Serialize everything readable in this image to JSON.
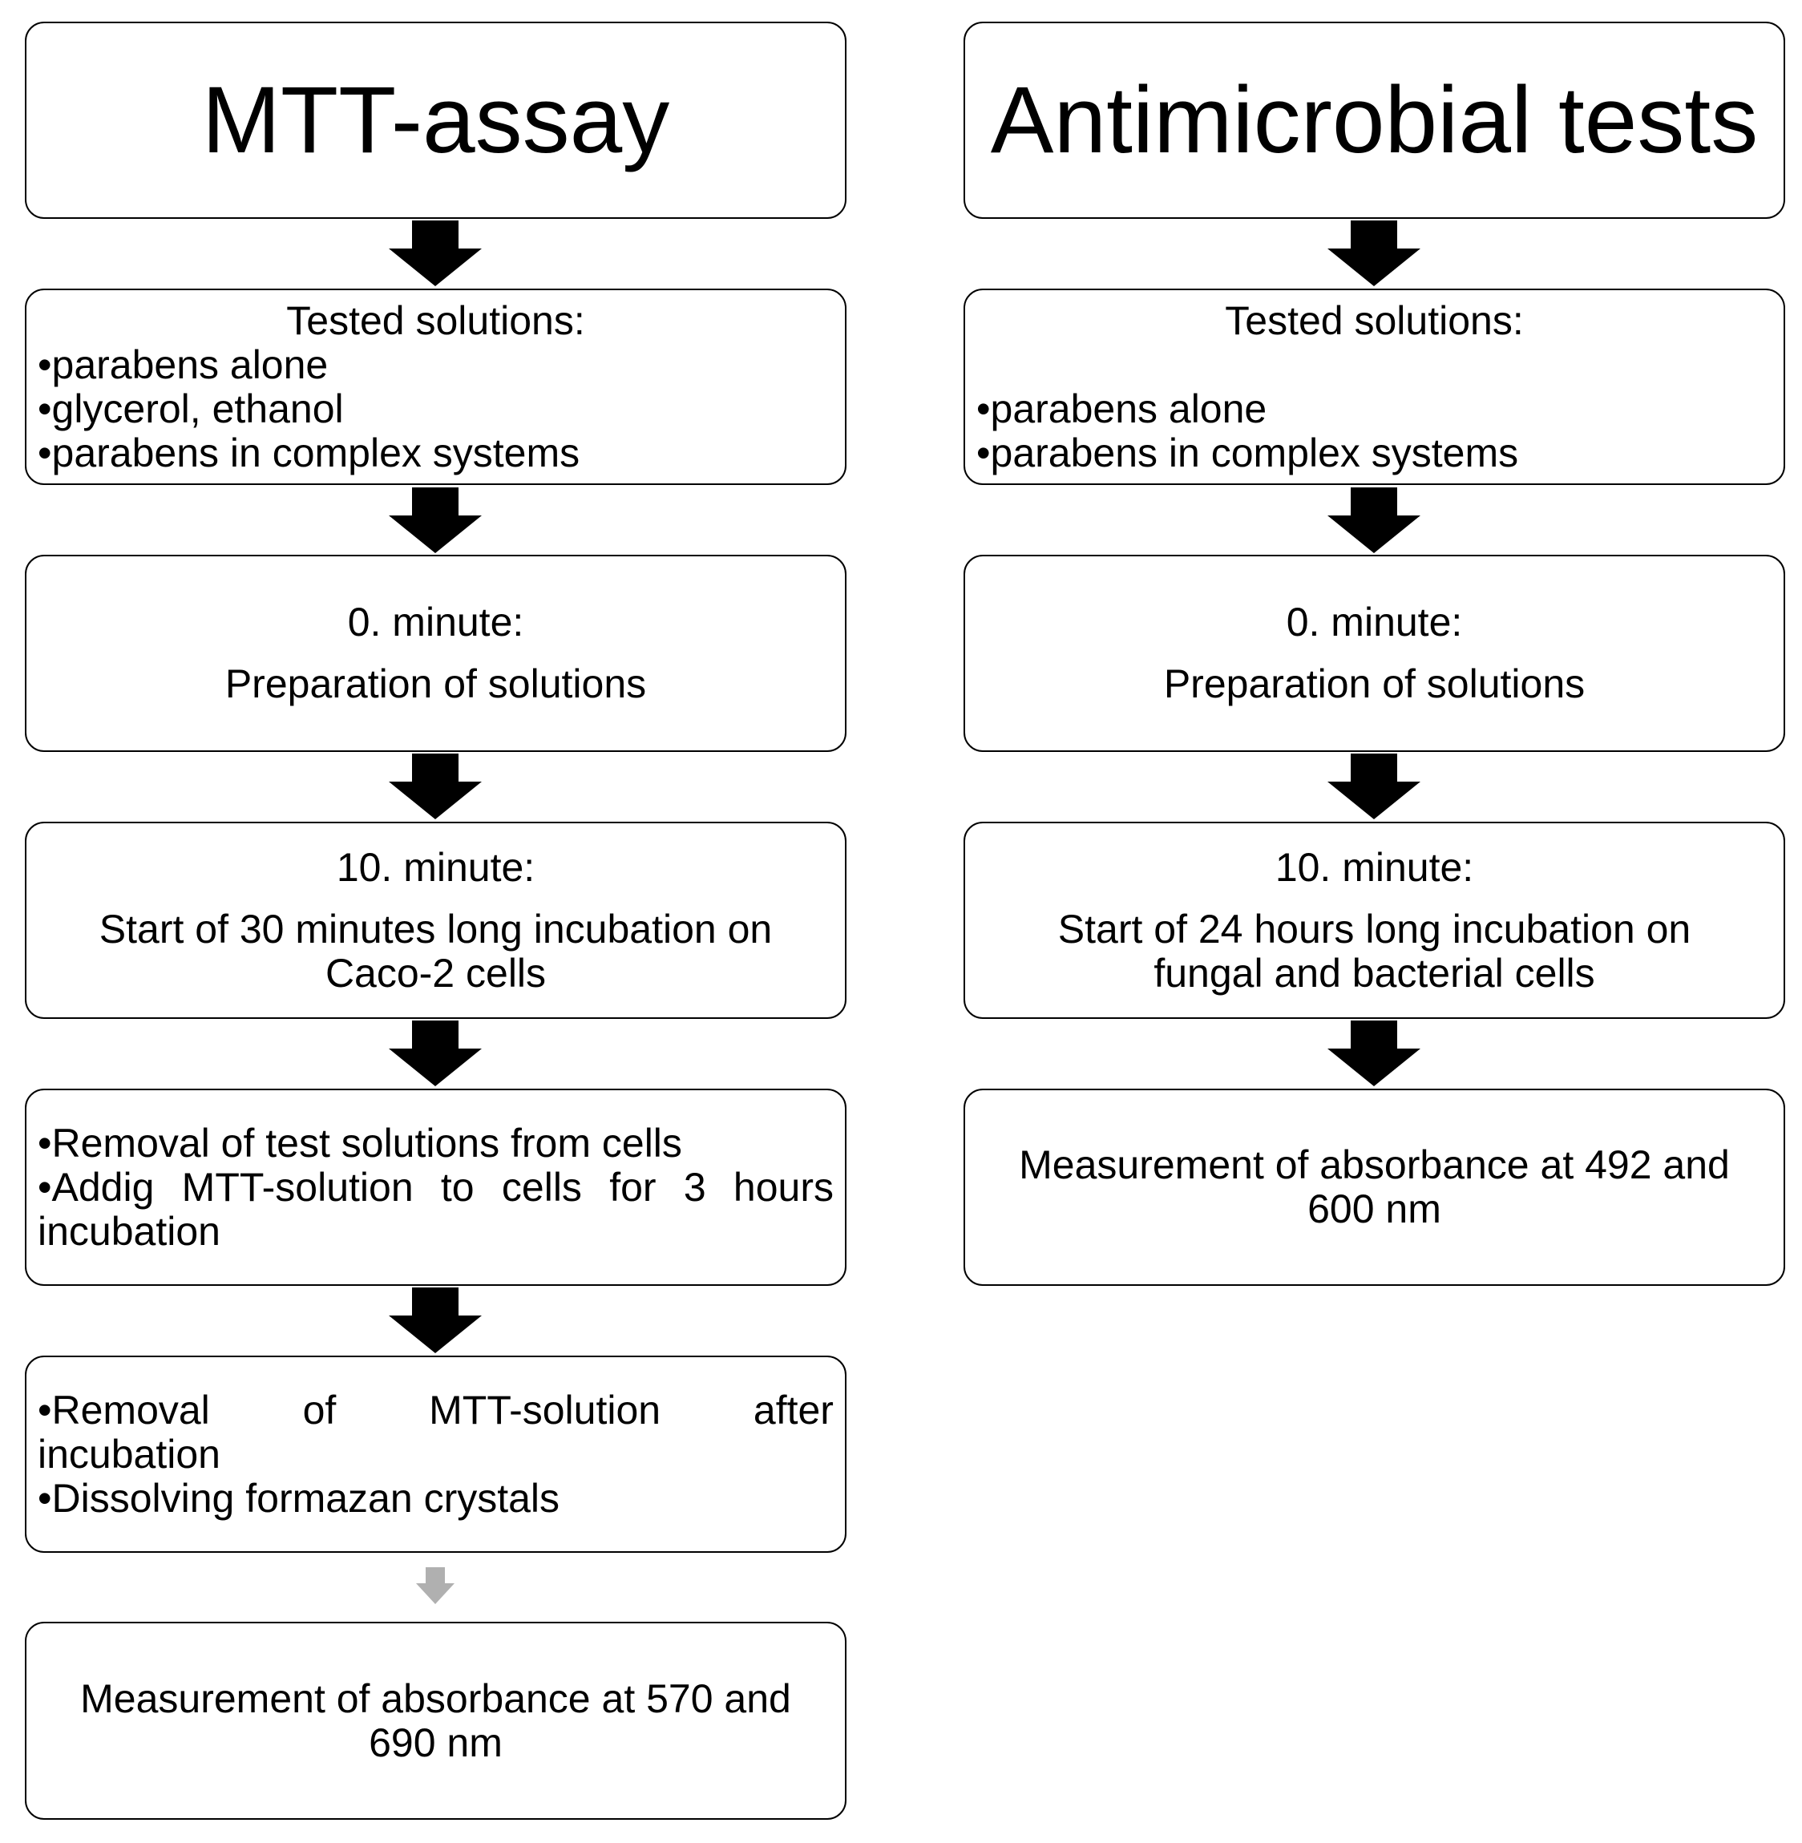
{
  "left": {
    "title": "MTT-assay",
    "tested": {
      "heading": "Tested solutions:",
      "items": [
        "•parabens alone",
        "•glycerol, ethanol",
        "•parabens in complex systems"
      ]
    },
    "step0": {
      "time": "0. minute:",
      "text": "Preparation of solutions"
    },
    "step10": {
      "time": "10. minute:",
      "text_line1": "Start of 30 minutes long incubation on",
      "text_line2": "Caco-2 cells"
    },
    "removal": {
      "item1": "•Removal of test solutions from cells",
      "item2_line1": "•Addig MTT-solution to cells for 3 hours",
      "item2_line2": "incubation"
    },
    "formazan": {
      "item1_words": [
        "•Removal",
        "of",
        "MTT-solution",
        "after"
      ],
      "item1_line2": "incubation",
      "item2": "•Dissolving formazan crystals"
    },
    "measurement": {
      "line1": "Measurement of absorbance at 570 and",
      "line2": "690 nm"
    }
  },
  "right": {
    "title": "Antimicrobial tests",
    "tested": {
      "heading": "Tested solutions:",
      "items": [
        "•parabens alone",
        "•parabens in complex systems"
      ]
    },
    "step0": {
      "time": "0. minute:",
      "text": "Preparation of solutions"
    },
    "step10": {
      "time": "10. minute:",
      "text_line1": "Start of 24 hours long incubation on",
      "text_line2": "fungal and bacterial cells"
    },
    "measurement": {
      "line1": "Measurement of absorbance at 492 and",
      "line2": "600 nm"
    }
  },
  "colors": {
    "arrow": "#000000",
    "arrow_faded": "#b0b0b0",
    "border": "#000000"
  }
}
